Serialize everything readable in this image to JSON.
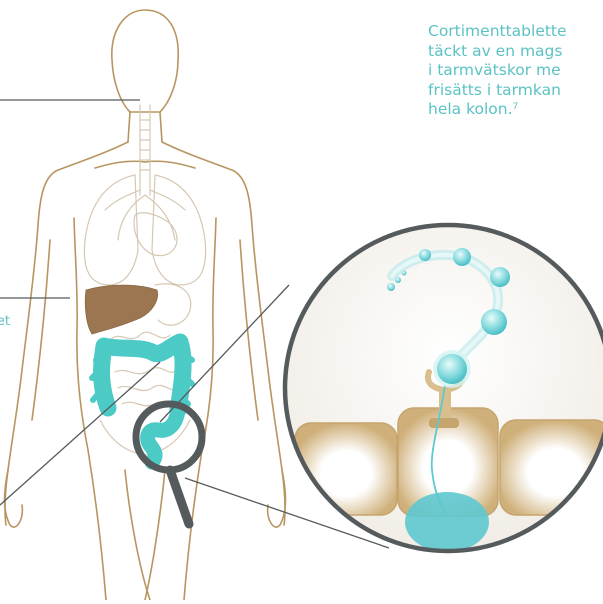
{
  "caption": {
    "lines": [
      "Cortimenttablette",
      "täckt av en mags",
      "i tarmvätskor me",
      "frisätts i tarmkan",
      "hela kolon."
    ],
    "reference": "7"
  },
  "side_label": "et",
  "colors": {
    "body_outline": "#b89560",
    "organ_lines": "#d6c7b2",
    "liver": "#9b7650",
    "colon": "#4ccac6",
    "magnifier": "#555a5c",
    "capsule": "#5ec8cf",
    "cells": "#d9bf8e",
    "caption_text": "#5cc2c4"
  },
  "icons": {
    "magnifier": "magnifying-glass-icon"
  }
}
